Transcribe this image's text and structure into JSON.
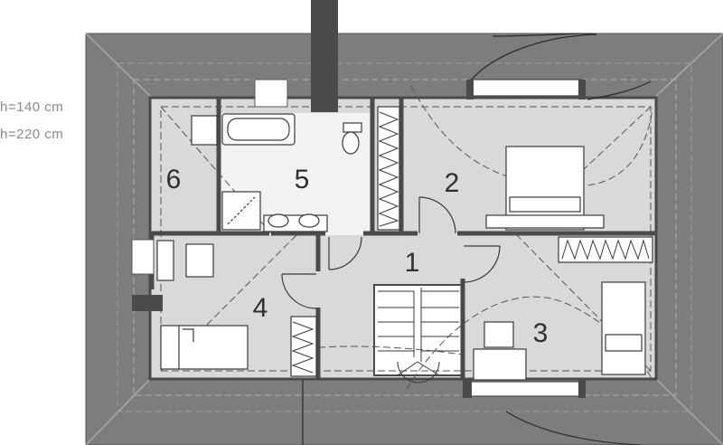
{
  "legend": {
    "height_low": "h=140 cm",
    "height_high": "h=220 cm"
  },
  "rooms": [
    {
      "number": "1"
    },
    {
      "number": "2"
    },
    {
      "number": "3"
    },
    {
      "number": "4"
    },
    {
      "number": "5"
    },
    {
      "number": "6"
    }
  ],
  "colors": {
    "roof": "#7d7d7d",
    "floor": "#d9d9d9",
    "bathroom_floor": "#f2f2f2",
    "walls": "#4a4a4a"
  }
}
